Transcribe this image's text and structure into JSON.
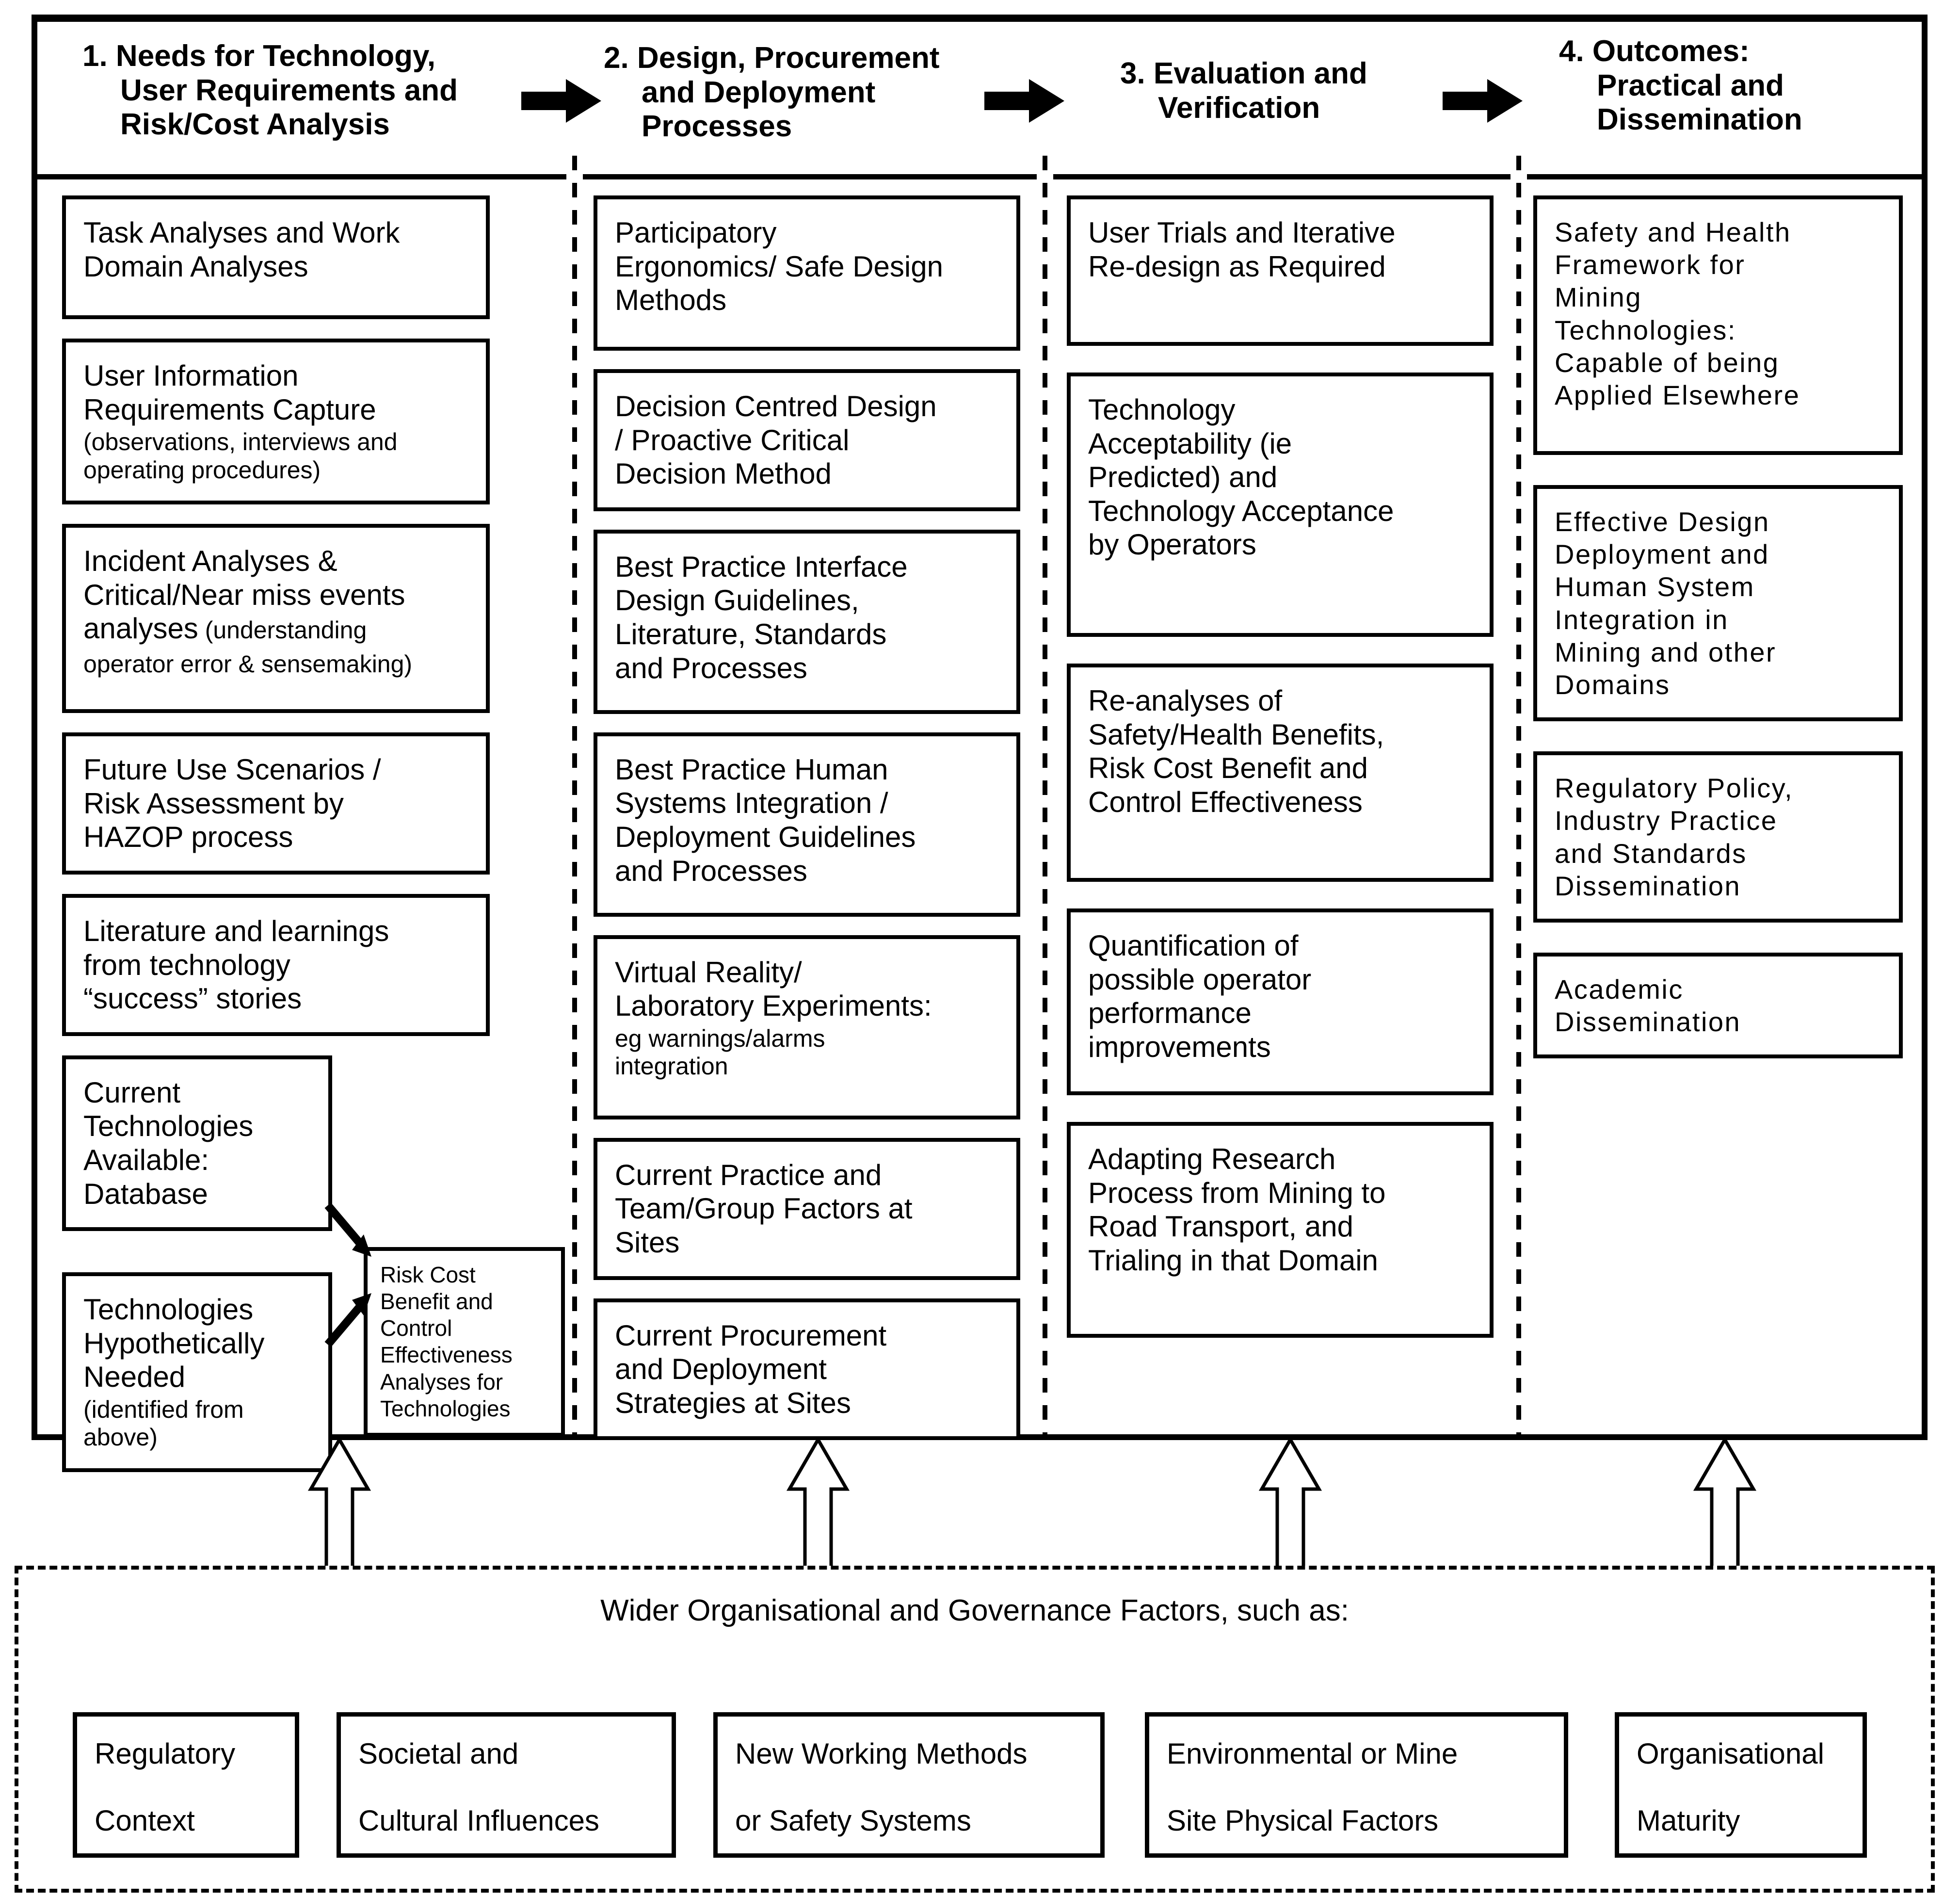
{
  "header": {
    "steps": [
      {
        "label": "1. Needs for Technology,\nUser Requirements and\nRisk/Cost Analysis"
      },
      {
        "label": "2. Design, Procurement\nand Deployment\nProcesses"
      },
      {
        "label": "3. Evaluation and\nVerification"
      },
      {
        "label": "4. Outcomes:\nPractical and\nDissemination"
      }
    ]
  },
  "columns": [
    {
      "id": "needs",
      "boxes": [
        {
          "main": "Task Analyses and Work\nDomain Analyses"
        },
        {
          "main": "User Information\nRequirements Capture",
          "sub": "(observations, interviews and\noperating procedures)",
          "sub_inline": false
        },
        {
          "main": "Incident Analyses &\nCritical/Near miss events\nanalyses",
          "sub": " (understanding\noperator error & sensemaking)",
          "sub_inline": true
        },
        {
          "main": "Future Use Scenarios /\nRisk Assessment by\nHAZOP process"
        },
        {
          "main": "Literature and learnings\nfrom technology\n“success” stories"
        }
      ],
      "tech_boxes": [
        {
          "main": "Current\nTechnologies\nAvailable:\nDatabase"
        },
        {
          "main": "Technologies\nHypothetically\nNeeded",
          "sub": "(identified from\nabove)"
        }
      ],
      "risk_box": {
        "main": "Risk Cost\nBenefit and\nControl\nEffectiveness\nAnalyses for\nTechnologies"
      }
    },
    {
      "id": "design",
      "boxes": [
        {
          "main": "Participatory\nErgonomics/ Safe Design\nMethods"
        },
        {
          "main": "Decision Centred Design\n/ Proactive Critical\nDecision Method"
        },
        {
          "main": "Best Practice Interface\nDesign Guidelines,\nLiterature, Standards\nand Processes"
        },
        {
          "main": "Best Practice Human\nSystems Integration /\nDeployment Guidelines\nand Processes"
        },
        {
          "main": "Virtual Reality/\nLaboratory Experiments:",
          "sub": "eg warnings/alarms\nintegration",
          "sub_inline": false
        },
        {
          "main": "Current Practice and\nTeam/Group Factors at\nSites"
        },
        {
          "main": "Current Procurement\nand Deployment\nStrategies at Sites"
        }
      ]
    },
    {
      "id": "evaluation",
      "boxes": [
        {
          "main": "User Trials and Iterative\nRe-design as Required"
        },
        {
          "main": "Technology\nAcceptability (ie\nPredicted) and\nTechnology Acceptance\nby Operators"
        },
        {
          "main": "Re-analyses of\nSafety/Health Benefits,\nRisk Cost Benefit and\nControl Effectiveness"
        },
        {
          "main": "Quantification of\npossible operator\nperformance\nimprovements"
        },
        {
          "main": "Adapting Research\nProcess from Mining to\nRoad Transport, and\nTrialing in that Domain"
        }
      ]
    },
    {
      "id": "outcomes",
      "boxes": [
        {
          "main": "Safety and Health\nFramework for\nMining\nTechnologies:\nCapable of being\nApplied Elsewhere"
        },
        {
          "main": "Effective Design\nDeployment and\nHuman System\nIntegration in\nMining and other\nDomains"
        },
        {
          "main": "Regulatory Policy,\nIndustry Practice\nand Standards\nDissemination"
        },
        {
          "main": "Academic\nDissemination"
        }
      ]
    }
  ],
  "governance": {
    "title": "Wider Organisational and Governance Factors, such as:",
    "boxes": [
      "Regulatory\nContext",
      "Societal and\nCultural Influences",
      "New Working Methods\nor Safety Systems",
      "Environmental or Mine\nSite Physical Factors",
      "Organisational\nMaturity"
    ]
  }
}
